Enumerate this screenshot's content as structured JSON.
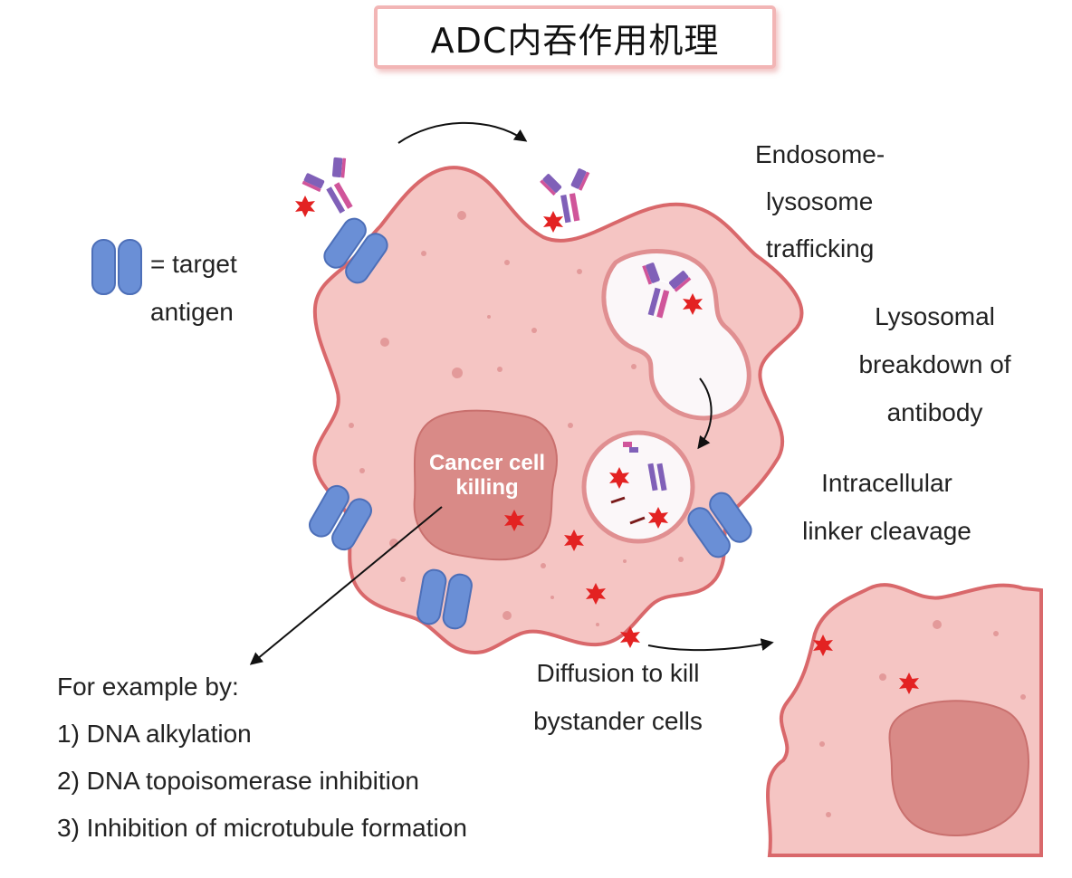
{
  "title": "ADC内吞作用机理",
  "legend": {
    "line1": "= target",
    "line2": "antigen",
    "icon": "target-antigen-icon"
  },
  "labels": {
    "endosome": [
      "Endosome-",
      "lysosome",
      "trafficking"
    ],
    "lysosomal": [
      "Lysosomal",
      "breakdown of",
      "antibody"
    ],
    "linker": [
      "Intracellular",
      "linker cleavage"
    ],
    "cancer_killing": [
      "Cancer cell",
      "killing"
    ],
    "diffusion": [
      "Diffusion to kill",
      "bystander cells"
    ]
  },
  "examples": {
    "heading": "For example by:",
    "items": [
      "1) DNA alkylation",
      "2) DNA topoisomerase inhibition",
      "3) Inhibition of microtubule formation"
    ]
  },
  "colors": {
    "cell_fill": "#f5c5c3",
    "cell_stroke": "#d9686b",
    "nucleus": "#d98a87",
    "antigen": "#5f84cc",
    "payload": "#e02020",
    "antibody_purple": "#7a5bb0",
    "antibody_pink": "#d85a9a"
  }
}
